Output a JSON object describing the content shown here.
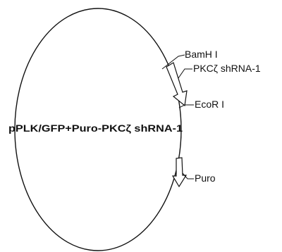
{
  "plasmid": {
    "name": "pPLK/GFP+Puro-PKCζ shRNA-1"
  },
  "features": [
    {
      "id": "bamhi",
      "label": "BamH I"
    },
    {
      "id": "shrna",
      "label": "PKCζ shRNA-1"
    },
    {
      "id": "ecori",
      "label": "EcoR I"
    },
    {
      "id": "puro",
      "label": "Puro"
    }
  ],
  "colors": {
    "line": "#111111",
    "arrow_fill": "#ffffff",
    "background": "#ffffff"
  }
}
